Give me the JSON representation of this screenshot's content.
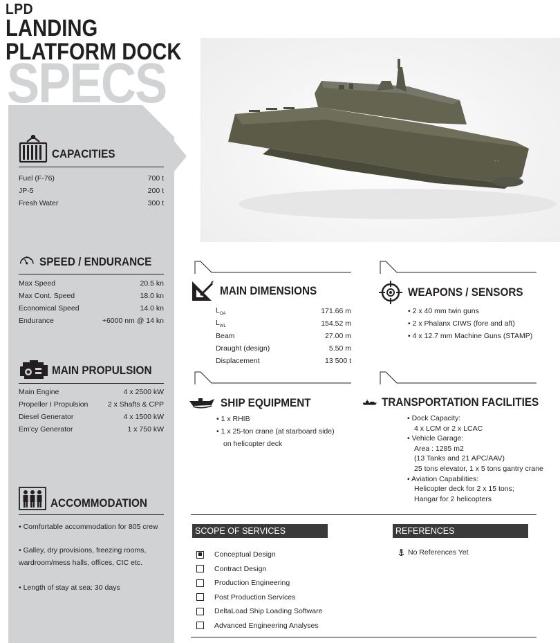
{
  "header": {
    "lpd": "LPD",
    "line1": "LANDING",
    "line2": "PLATFORM DOCK",
    "specs": "SPECS"
  },
  "capacities": {
    "title": "CAPACITIES",
    "icon": "container-icon",
    "rows": [
      {
        "label": "Fuel (F-76)",
        "value": "700 t"
      },
      {
        "label": "JP-5",
        "value": "200 t"
      },
      {
        "label": "Fresh Water",
        "value": "300 t"
      }
    ]
  },
  "speed": {
    "title": "SPEED / ENDURANCE",
    "icon": "speedometer-icon",
    "rows": [
      {
        "label": "Max Speed",
        "value": "20.5 kn"
      },
      {
        "label": "Max Cont. Speed",
        "value": "18.0 kn"
      },
      {
        "label": "Economical Speed",
        "value": "14.0 kn"
      },
      {
        "label": "Endurance",
        "value": "+6000 nm @ 14 kn"
      }
    ]
  },
  "propulsion": {
    "title": "MAIN PROPULSION",
    "icon": "engine-icon",
    "rows": [
      {
        "label": "Main Engine",
        "value": "4 x 2500 kW"
      },
      {
        "label": "Propeller I Propulsion",
        "value": "2 x Shafts & CPP"
      },
      {
        "label": "Diesel Generator",
        "value": "4 x 1500 kW"
      },
      {
        "label": "Em'cy Generator",
        "value": "1 x 750 kW"
      }
    ]
  },
  "accommodation": {
    "title": "ACCOMMODATION",
    "icon": "crew-icon",
    "bullets": [
      "Comfortable accommodation for 805 crew",
      "Galley, dry provisions, freezing rooms,",
      "wardroom/mess halls, offices, CIC etc.",
      "Length of stay at sea: 30 days"
    ]
  },
  "dimensions": {
    "title": "MAIN DIMENSIONS",
    "icon": "set-square-icon",
    "rows": [
      {
        "label": "L",
        "sub": "OA",
        "value": "171.66 m"
      },
      {
        "label": "L",
        "sub": "WL",
        "value": "154.52 m"
      },
      {
        "label": "Beam",
        "sub": "",
        "value": "27.00 m"
      },
      {
        "label": "Draught (design)",
        "sub": "",
        "value": "5.50 m"
      },
      {
        "label": "Displacement",
        "sub": "",
        "value": "13 500 t"
      }
    ]
  },
  "weapons": {
    "title": "WEAPONS / SENSORS",
    "icon": "crosshair-icon",
    "bullets": [
      "2 x 40 mm twin guns",
      "2 x Phalanx CIWS (fore and aft)",
      "4 x 12.7 mm Machine Guns (STAMP)"
    ]
  },
  "equipment": {
    "title": "SHIP EQUIPMENT",
    "icon": "boat-icon",
    "bullets": [
      "1 x RHIB",
      "1 x 25-ton crane (at starboard side)",
      "on helicopter deck"
    ]
  },
  "transport": {
    "title": "TRANSPORTATION FACILITIES",
    "icon": "ship-icon",
    "lines": [
      "Dock Capacity:",
      "4 x LCM or 2 x LCAC",
      "Vehicle Garage:",
      "Area : 1285 m2",
      "(13 Tanks and 21 APC/AAV)",
      "25 tons elevator, 1 x 5 tons gantry crane",
      "Aviation Capabilities:",
      "Helicopter deck for 2 x 15 tons;",
      "Hangar for 2 helicopters"
    ]
  },
  "scope": {
    "title": "SCOPE OF SERVICES",
    "items": [
      {
        "label": "Conceptual Design",
        "checked": true
      },
      {
        "label": "Contract Design",
        "checked": false
      },
      {
        "label": "Production Engineering",
        "checked": false
      },
      {
        "label": "Post Production Services",
        "checked": false
      },
      {
        "label": "DeltaLoad Ship Loading Software",
        "checked": false
      },
      {
        "label": "Advanced Engineering Analyses",
        "checked": false
      }
    ]
  },
  "references": {
    "title": "REFERENCES",
    "icon": "anchor-icon",
    "text": "No References Yet"
  },
  "colors": {
    "sidebar": "#d1d2d4",
    "title_bar": "#3a3a3b",
    "hull": "#5a5a47"
  }
}
